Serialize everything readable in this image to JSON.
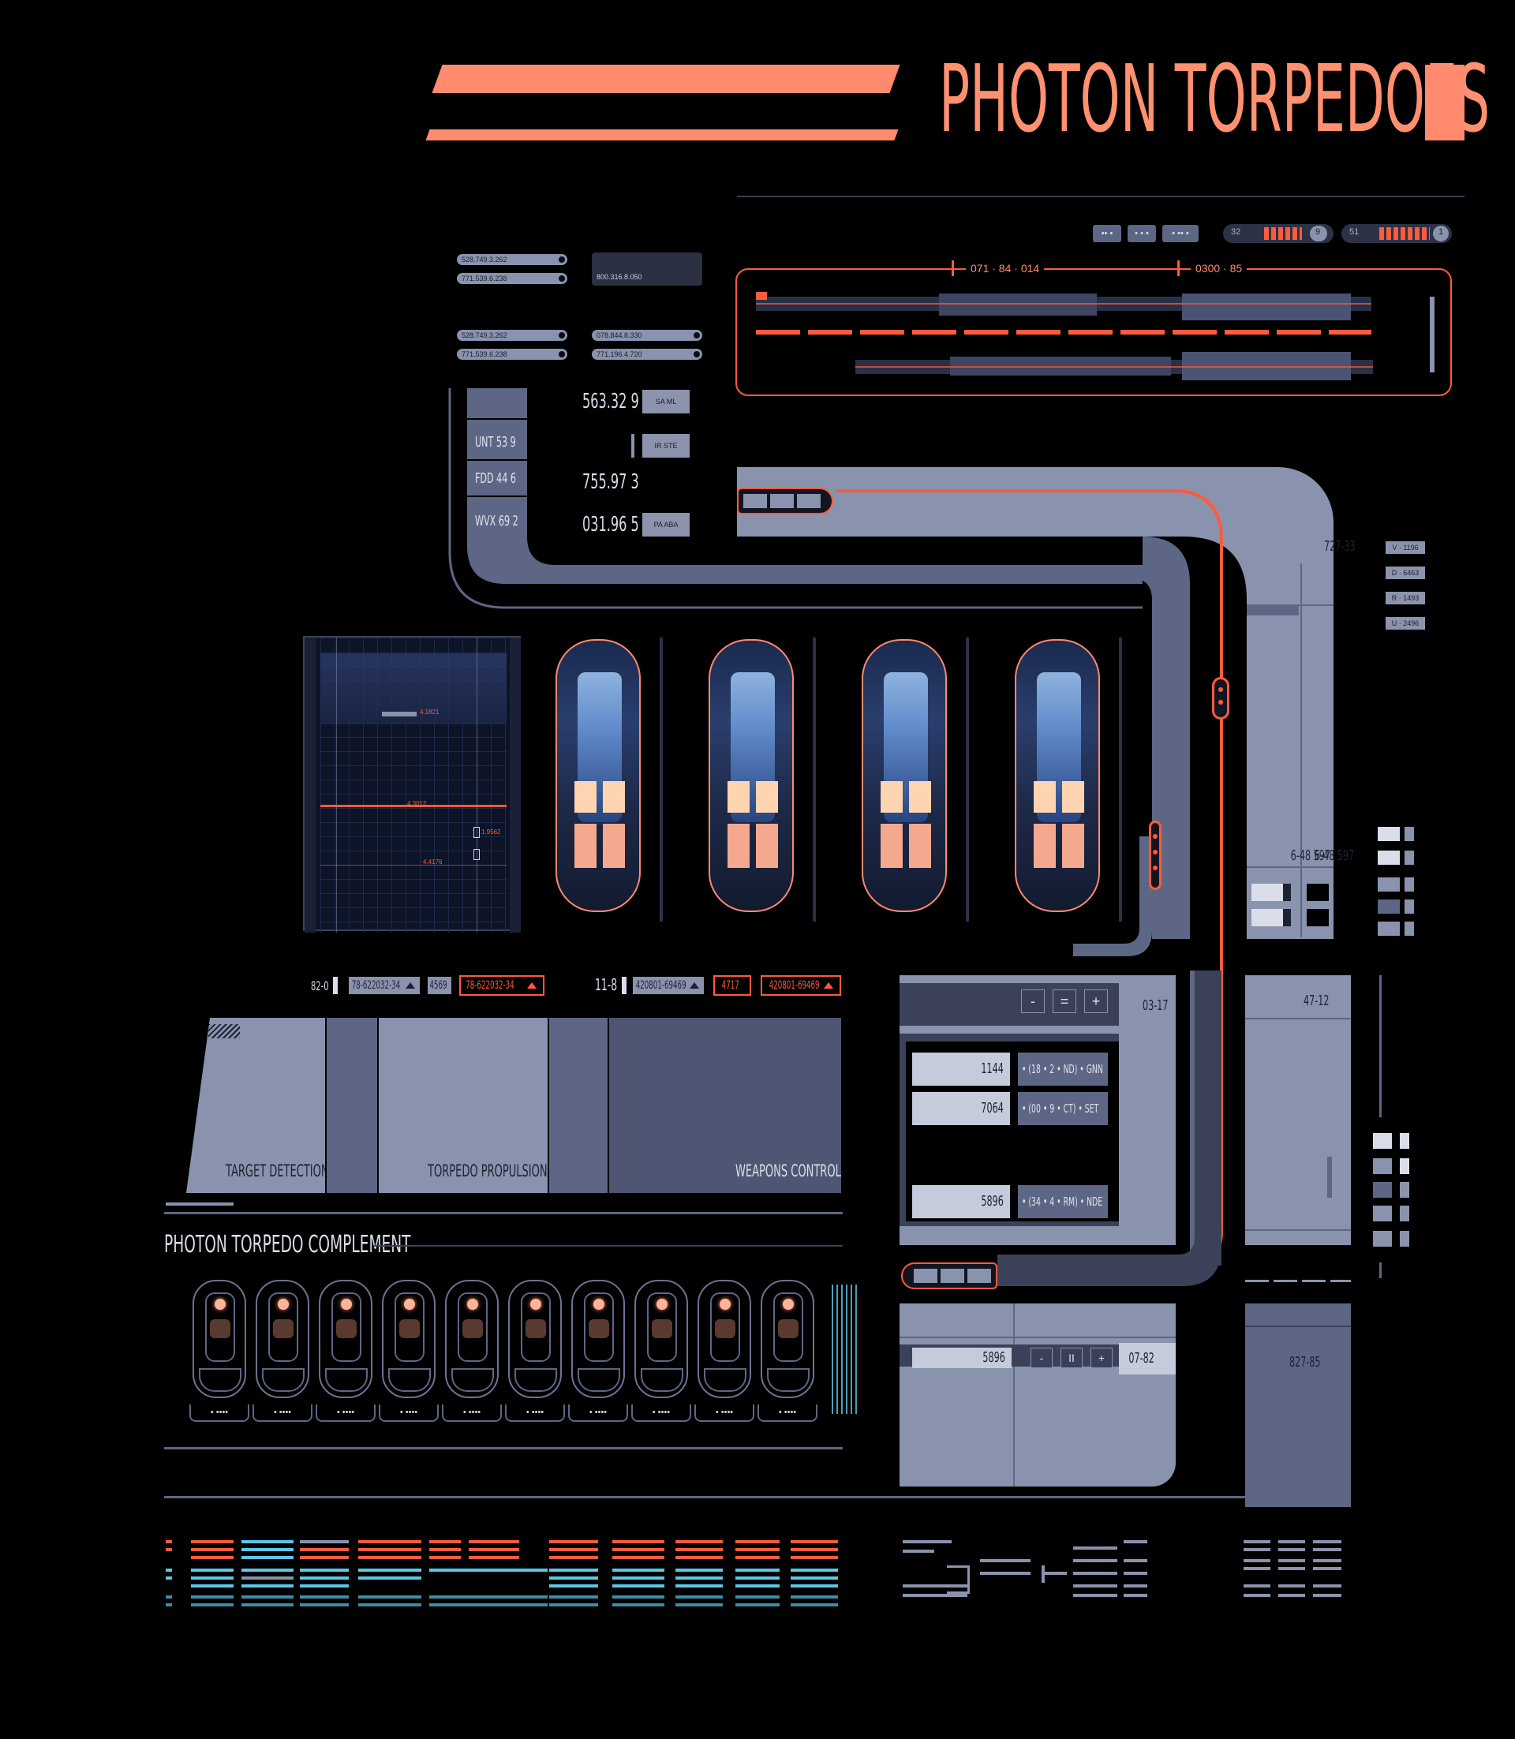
{
  "header": {
    "title": "PHOTON TORPEDOES"
  },
  "top_controls": {
    "dots": [
      "•• •",
      "• • •",
      "• •• •"
    ],
    "gauge1": {
      "value": "32",
      "end": "9"
    },
    "gauge2": {
      "value": "51",
      "end": "1"
    }
  },
  "schematic": {
    "label_left": "071 · 84 · 014",
    "label_right": "0300 · 85"
  },
  "pills": {
    "group1": [
      "528.749.3.262",
      "771.539.6.238"
    ],
    "group1_box": "800.316.8.050",
    "group2": [
      "528.749.3.262",
      "771.539.6.238"
    ],
    "group3": [
      "078.844.8.330",
      "771.196.4.720"
    ]
  },
  "side_table": {
    "rows": [
      "UNT 53 9",
      "FDD 44 6",
      "WVX 69 2"
    ]
  },
  "readouts": [
    {
      "value": "563.32 9",
      "chip": "SA ML"
    },
    {
      "value": "",
      "chip": "IR STE"
    },
    {
      "value": "755.97 3",
      "chip": ""
    },
    {
      "value": "031.96 5",
      "chip": "PA ABA"
    }
  ],
  "right_column": {
    "top_code": "727-33",
    "mid_code": "6-48 597",
    "tags": [
      "V · 1196",
      "D · 6463",
      "R · 1493",
      "U · 2496"
    ]
  },
  "scanner": {
    "markers": [
      "4.1821",
      "4.3012",
      "1.9562",
      "4.4176"
    ]
  },
  "tube_row": {
    "code_left": "82-0",
    "field1": "78-622032-34",
    "num1": "4569",
    "field2": "78-622032-34",
    "code_right": "11-8",
    "field3": "420801-69469",
    "num2": "4717",
    "field4": "420801-69469"
  },
  "control_panels": {
    "target": "TARGET DETECTION",
    "propulsion": "TORPEDO PROPULSION",
    "weapons": "WEAPONS CONTROL"
  },
  "complement": {
    "title": "PHOTON TORPEDO COMPLEMENT",
    "slot_labels": [
      "• ••••",
      "• ••••",
      "• ••••",
      "• ••••",
      "• ••••",
      "• ••••",
      "• ••••",
      "• ••••",
      "• ••••",
      "• ••••"
    ]
  },
  "grid_panel": {
    "buttons": [
      "-",
      "=",
      "+"
    ],
    "code": "03-17",
    "rows": [
      {
        "value": "1144",
        "formula": "• (18 • 2 • ND) • GNN"
      },
      {
        "value": "7064",
        "formula": "• (00 • 9 • CT) • SET"
      },
      {
        "value": "5896",
        "formula": "• (34 • 4 • RM) • NDE"
      }
    ]
  },
  "side_panel": {
    "code": "47-12"
  },
  "bottom_panel": {
    "value": "5896",
    "buttons": [
      "-",
      "II",
      "+"
    ],
    "code": "07-82",
    "side_code": "827-85"
  },
  "colors": {
    "accent": "#ff8a6e",
    "alert": "#ff5b3b",
    "panel_light": "#8a93ad",
    "panel_mid": "#5d6684",
    "panel_dark": "#3b4158",
    "cyan": "#5ac7e8"
  }
}
